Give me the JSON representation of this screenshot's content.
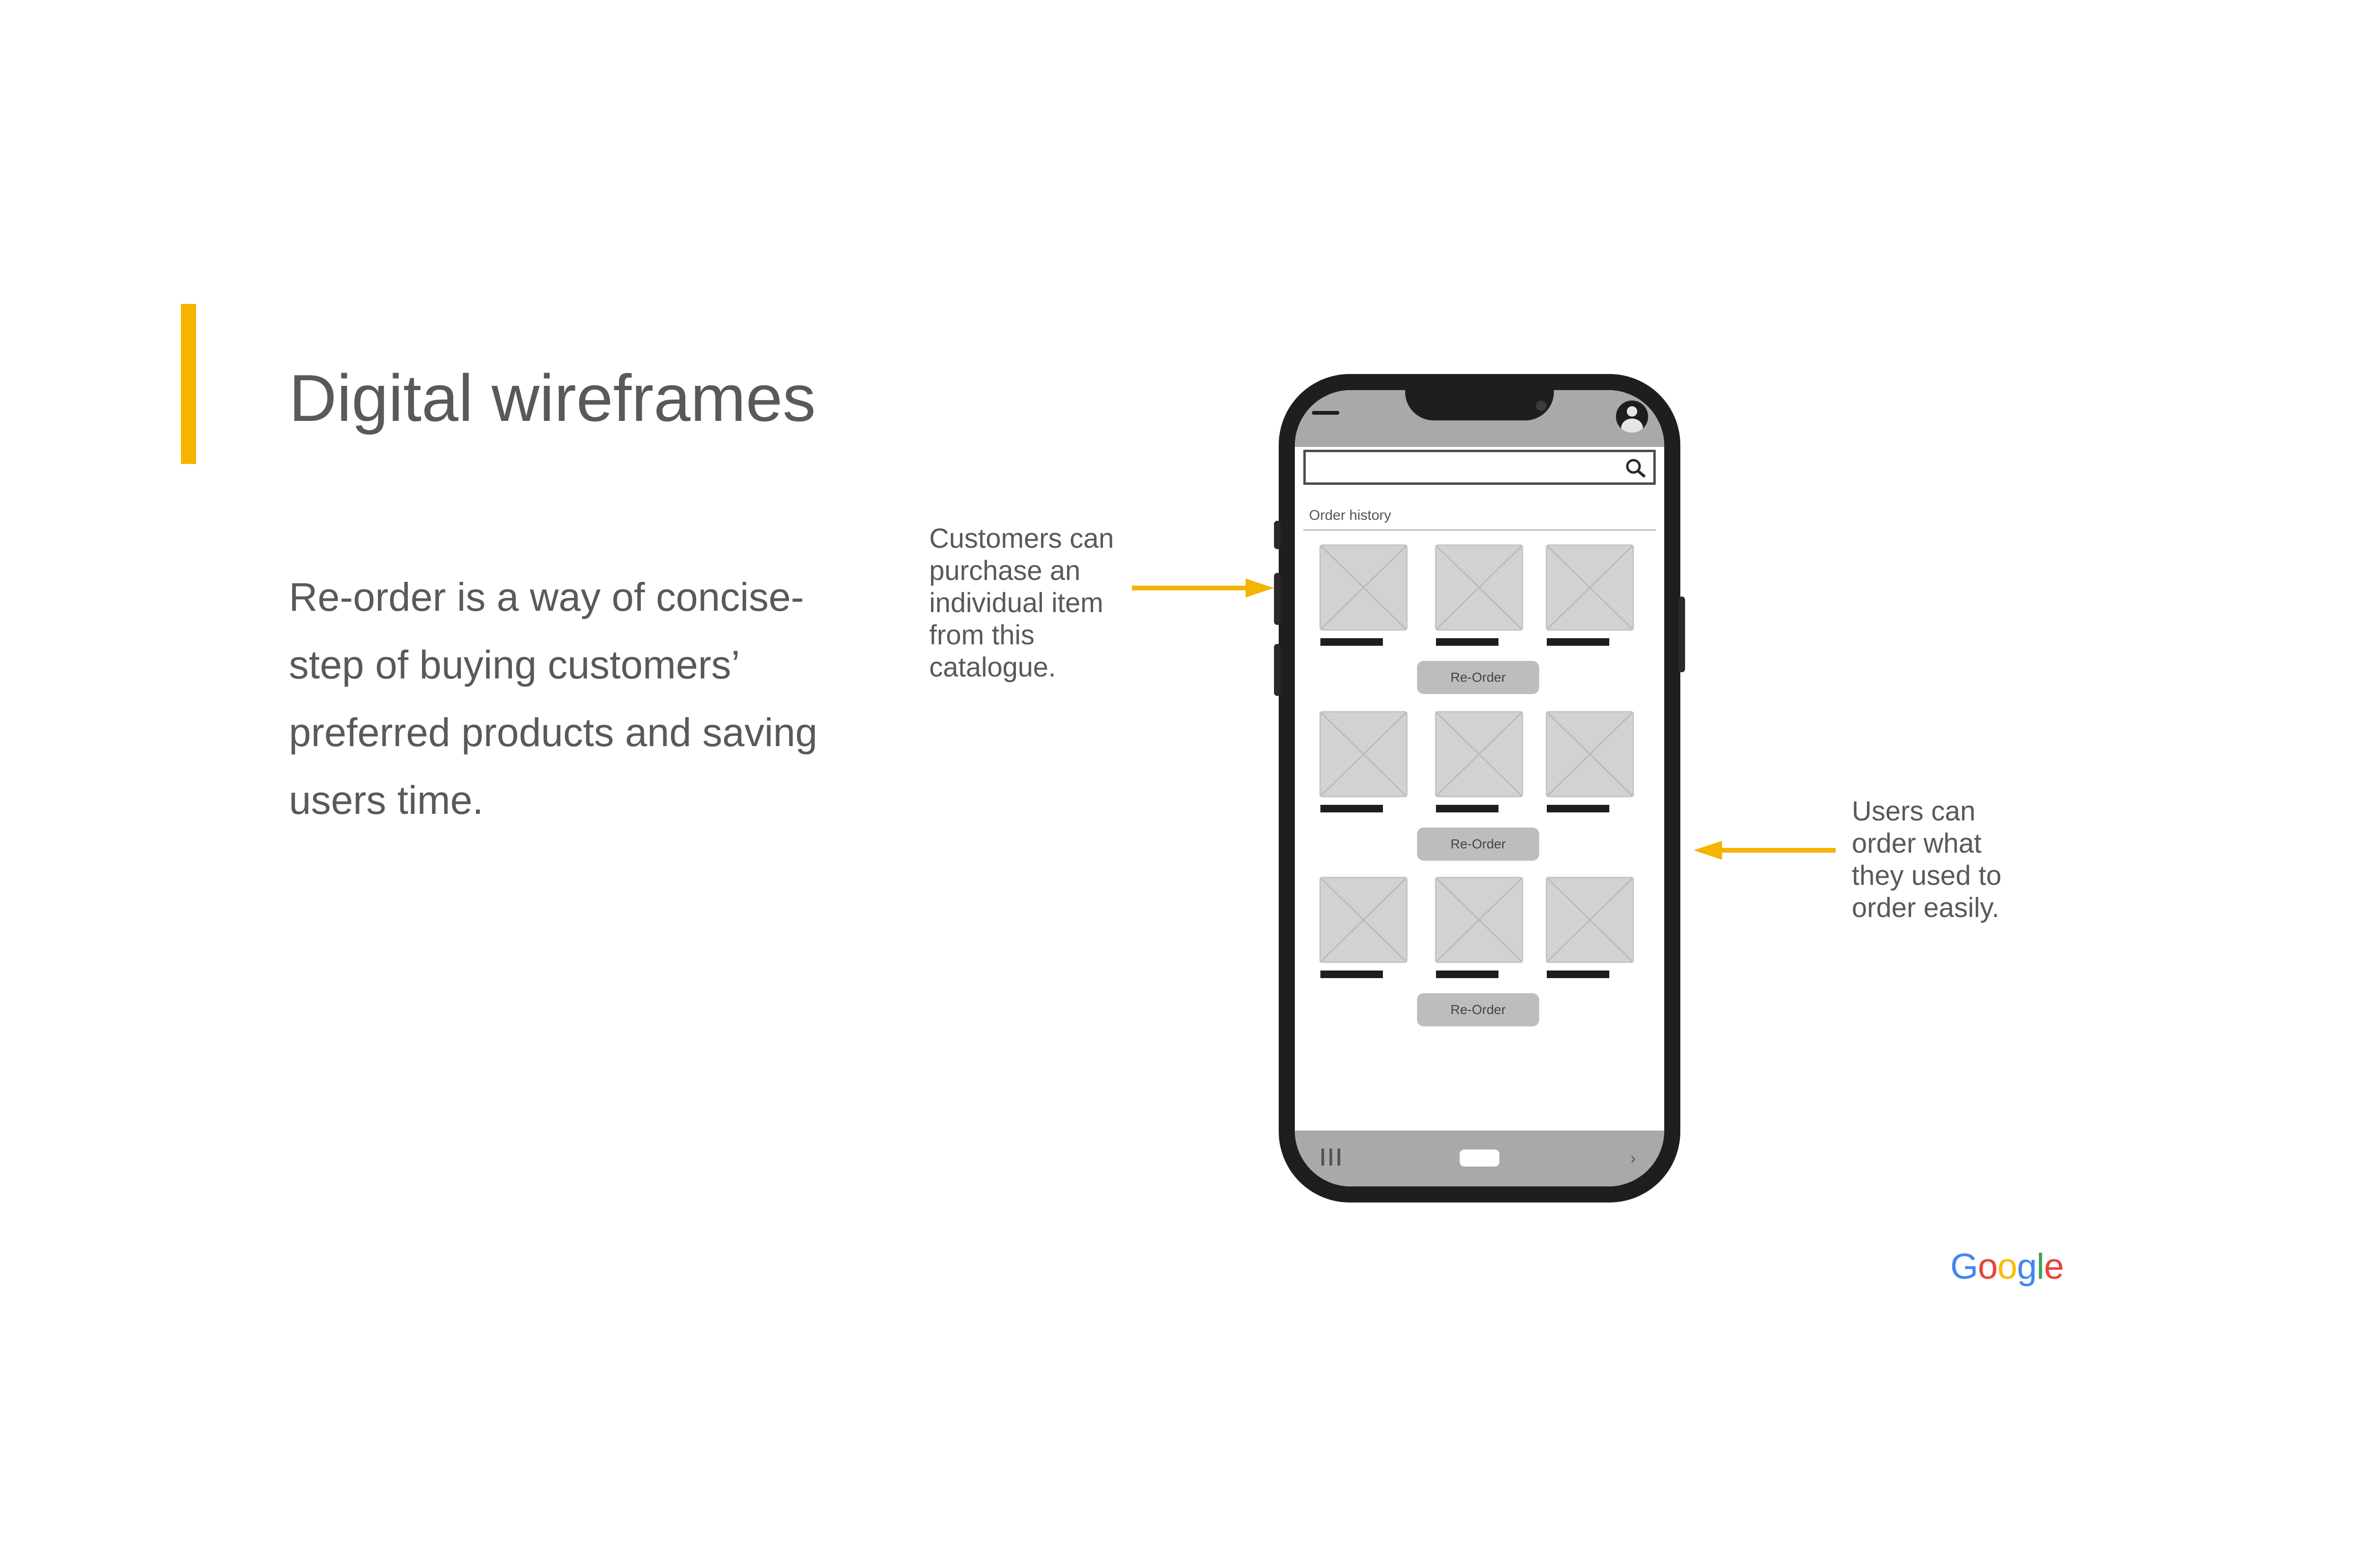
{
  "slide": {
    "title": "Digital wireframes",
    "body": "Re-order is a way of concise-step of buying customers’ preferred products and saving users time.",
    "accent_color": "#f4b400"
  },
  "callouts": {
    "left": "Customers can\npurchase an\nindividual item\nfrom this\ncatalogue.",
    "right": "Users can\norder what\nthey used to\norder easily."
  },
  "phone": {
    "section_label": "Order history",
    "reorder_labels": [
      "Re-Order",
      "Re-Order",
      "Re-Order"
    ],
    "product_rows": 3,
    "products_per_row": 3,
    "icons": [
      "menu-dash-icon",
      "avatar-icon",
      "search-icon",
      "recent-apps-icon",
      "home-pill-icon",
      "back-icon"
    ]
  },
  "logo": {
    "letters": [
      "G",
      "o",
      "o",
      "g",
      "l",
      "e"
    ],
    "colors": [
      "#4285f4",
      "#ea4335",
      "#fbbc05",
      "#4285f4",
      "#34a853",
      "#ea4335"
    ]
  }
}
